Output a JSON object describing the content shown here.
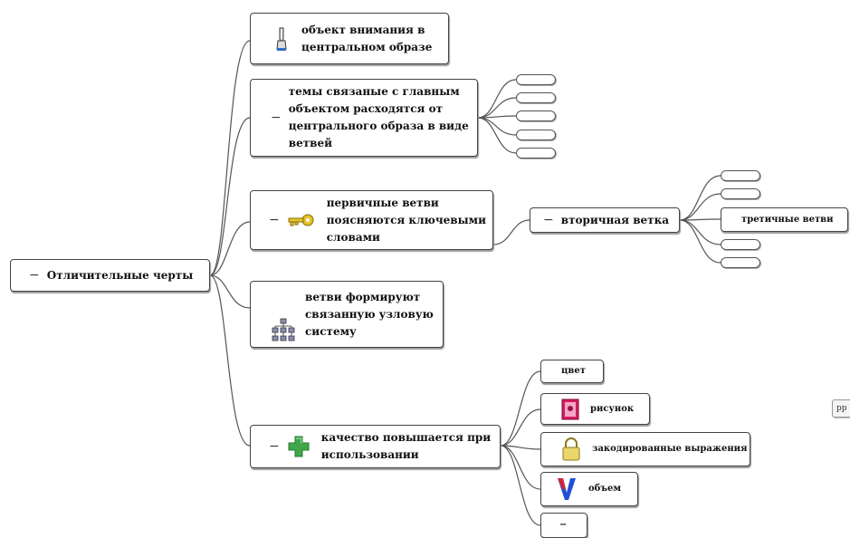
{
  "central": {
    "label": "Отличительные черты",
    "toggle": "−"
  },
  "branches": [
    {
      "id": "object",
      "text": "объект внимания в центральном образе",
      "icon": "pen-icon"
    },
    {
      "id": "topics",
      "text": "темы связаные с главным объектом расходятся от центрального образа в виде ветвей",
      "toggle": "−"
    },
    {
      "id": "primary",
      "text": "первичные ветви поясняются ключевыми словами",
      "toggle": "−",
      "icon": "key-icon"
    },
    {
      "id": "nodes",
      "text": "ветви формируют связанную узловую систему",
      "icon": "tree-icon"
    },
    {
      "id": "quality",
      "text": "качество повышается при использовании",
      "toggle": "−",
      "icon": "plus-icon"
    }
  ],
  "secondary": {
    "label": "вторичная ветка",
    "toggle": "−"
  },
  "tertiary": {
    "label": "третичные ветви"
  },
  "quality_children": [
    {
      "label": "цвет",
      "icon": null
    },
    {
      "label": "рисунок",
      "icon": "picture-icon"
    },
    {
      "label": "закодированные выражения",
      "icon": "lock-icon"
    },
    {
      "label": "объем",
      "icon": "v-letter-icon"
    },
    {
      "label": "−",
      "icon": null
    }
  ],
  "partial_node": {
    "label": "pp"
  },
  "colors": {
    "line": "#555555",
    "node_border": "#444444",
    "plus_icon": "#3fa64a",
    "key_icon": "#d8b312",
    "picture_frame": "#c2185b",
    "v_icon": "#1e4fd8"
  }
}
